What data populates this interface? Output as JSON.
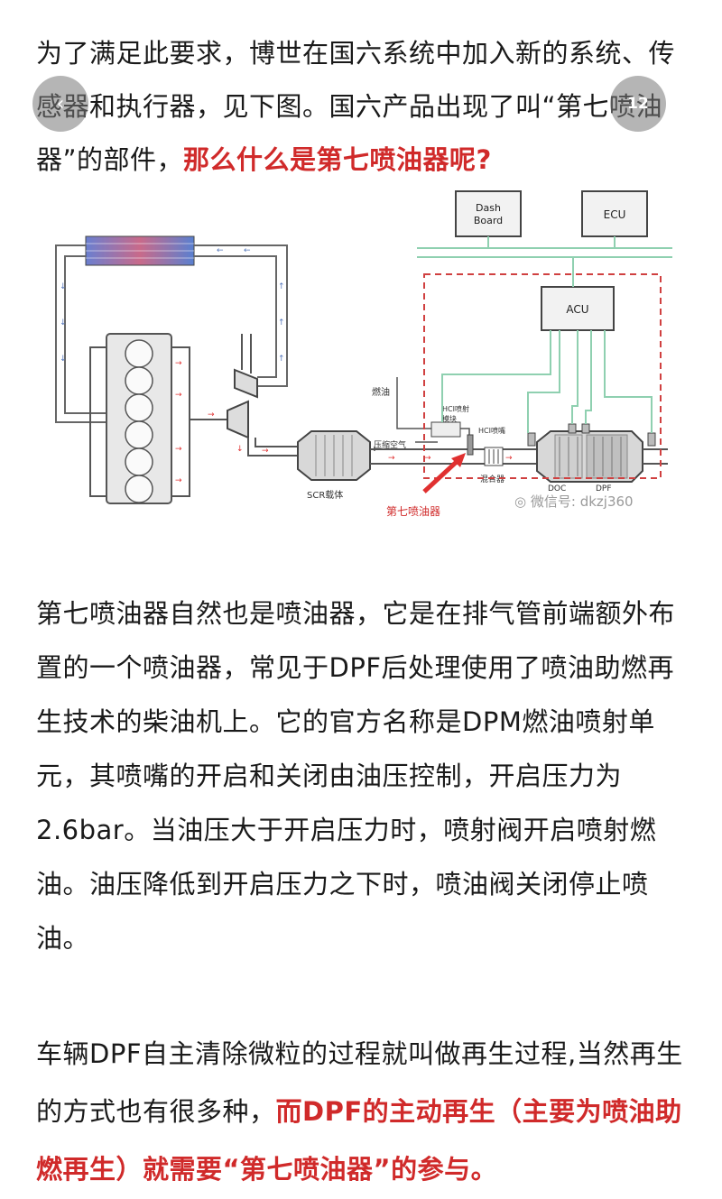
{
  "para1": {
    "text": "为了满足此要求，博世在国六系统中加入新的系统、传感器和执行器，见下图。国六产品出现了叫“第七喷油器”的部件，",
    "highlight": "那么什么是第七喷油器呢?"
  },
  "diagram": {
    "dash_board": "Dash Board",
    "dash_board_l1": "Dash",
    "dash_board_l2": "Board",
    "ecu": "ECU",
    "acu": "ACU",
    "fuel": "燃油",
    "hci_module_l1": "HCI喷射",
    "hci_module_l2": "模块",
    "hci_nozzle": "HCI喷嘴",
    "compressed_air": "压缩空气",
    "scr": "SCR载体",
    "mixer": "混合器",
    "doc": "DOC",
    "dpf": "DPF",
    "seventh_injector": "第七喷油器"
  },
  "watermark": "微信号: dkzj360",
  "para2": "第七喷油器自然也是喷油器，它是在排气管前端额外布置的一个喷油器，常见于DPF后处理使用了喷油助燃再生技术的柴油机上。它的官方名称是DPM燃油喷射单元，其喷嘴的开启和关闭由油压控制，开启压力为2.6bar。当油压大于开启压力时，喷射阀开启喷射燃油。油压降低到开启压力之下时，喷油阀关闭停止喷油。",
  "para3": {
    "text": "车辆DPF自主清除微粒的过程就叫做再生过程,当然再生的方式也有很多种，",
    "highlight": "而DPF的主动再生（主要为喷油助燃再生）就需要“第七喷油器”的参与。"
  },
  "float_right_label": "12",
  "colors": {
    "accent_red": "#d02a2a",
    "pipe": "#555555",
    "signal_green": "#8fd0b0",
    "dashed_red": "#d04040",
    "flow_red": "#e03030",
    "flow_blue": "#5577bb"
  }
}
